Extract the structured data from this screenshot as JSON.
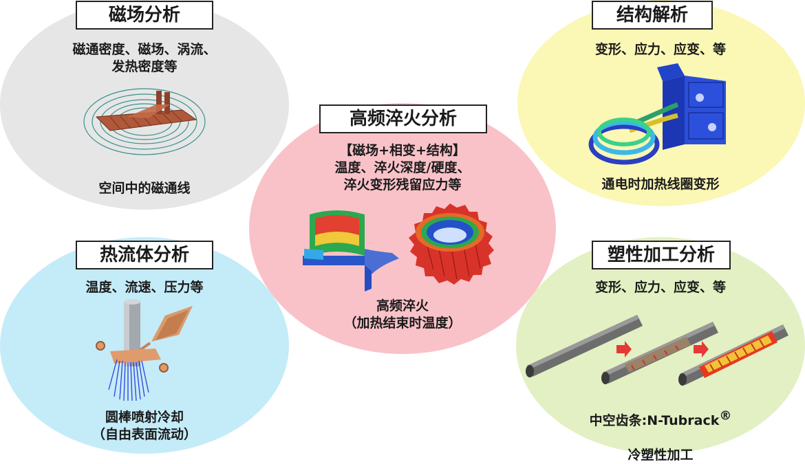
{
  "sections": {
    "magnetic": {
      "title": "磁场分析",
      "desc": "磁通密度、磁场、涡流、\n发热密度等",
      "caption": "空间中的磁通线",
      "color": "#e6e6e6"
    },
    "structural": {
      "title": "结构解析",
      "desc": "变形、应力、应变、等",
      "caption": "通电时加热线圈变形",
      "color": "#fbf7b5"
    },
    "quench": {
      "title": "高频淬火分析",
      "desc": "【磁场+相变+结构】\n温度、淬火深度/硬度、\n淬火变形残留应力等",
      "caption": "高频淬火\n（加热结束时温度）",
      "color": "#f9c2c8"
    },
    "thermal_fluid": {
      "title": "热流体分析",
      "desc": "温度、流速、压力等",
      "caption": "圆棒喷射冷却\n（自由表面流动）",
      "color": "#c4ebf8"
    },
    "plastic": {
      "title": "塑性加工分析",
      "desc": "变形、应力、应变、等",
      "caption_line1": "中空齿条:N-Tubrack",
      "registered": "®",
      "caption_line2": "冷塑性加工",
      "color": "#e2f0c3"
    }
  }
}
